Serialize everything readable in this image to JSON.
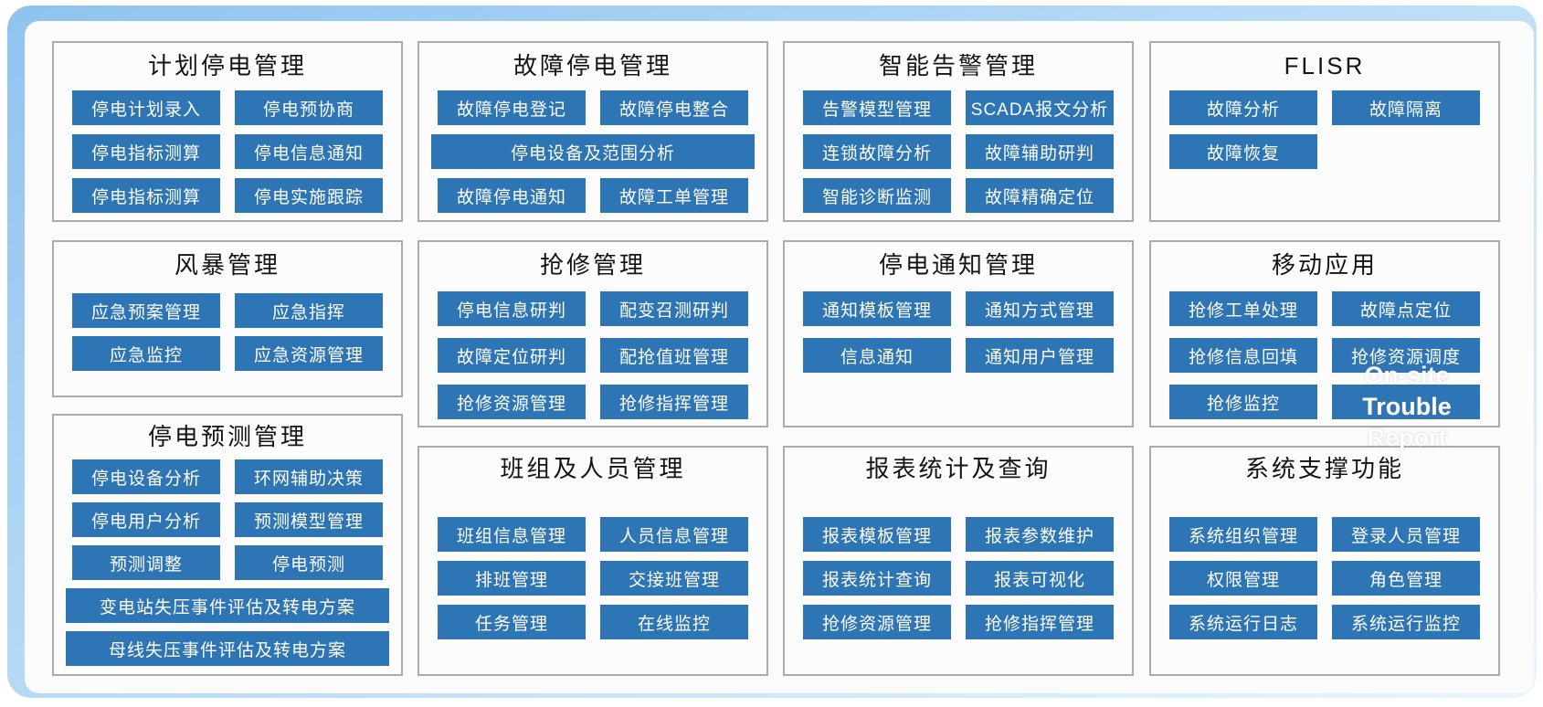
{
  "colors": {
    "button_bg": "#2E75B6",
    "button_text": "#ffffff",
    "panel_border": "#a8abb2",
    "frame_blue": "#8fc3ee",
    "board_bg": "#fbfbfc",
    "title_color": "#141414"
  },
  "overlay": {
    "lines": [
      "On-site",
      "Trouble",
      "Report"
    ]
  },
  "panels": [
    {
      "id": "planned-outage-mgmt",
      "title": "计划停电管理",
      "rows": [
        [
          {
            "label": "停电计划录入"
          },
          {
            "label": "停电预协商"
          }
        ],
        [
          {
            "label": "停电指标测算"
          },
          {
            "label": "停电信息通知"
          }
        ],
        [
          {
            "label": "停电指标测算"
          },
          {
            "label": "停电实施跟踪"
          }
        ]
      ]
    },
    {
      "id": "fault-outage-mgmt",
      "title": "故障停电管理",
      "rows": [
        [
          {
            "label": "故障停电登记"
          },
          {
            "label": "故障停电整合"
          }
        ],
        [
          {
            "label": "停电设备及范围分析",
            "span": 2
          }
        ],
        [
          {
            "label": "故障停电通知"
          },
          {
            "label": "故障工单管理"
          }
        ]
      ]
    },
    {
      "id": "smart-alarm-mgmt",
      "title": "智能告警管理",
      "rows": [
        [
          {
            "label": "告警模型管理"
          },
          {
            "label": "SCADA报文分析"
          }
        ],
        [
          {
            "label": "连锁故障分析"
          },
          {
            "label": "故障辅助研判"
          }
        ],
        [
          {
            "label": "智能诊断监测"
          },
          {
            "label": "故障精确定位"
          }
        ]
      ]
    },
    {
      "id": "flisr",
      "title": "FLISR",
      "rows": [
        [
          {
            "label": "故障分析"
          },
          {
            "label": "故障隔离"
          }
        ],
        [
          {
            "label": "故障恢复"
          },
          {
            "empty": true
          }
        ]
      ]
    },
    {
      "id": "storm-mgmt",
      "title": "风暴管理",
      "rows": [
        [
          {
            "label": "应急预案管理"
          },
          {
            "label": "应急指挥"
          }
        ],
        [
          {
            "label": "应急监控"
          },
          {
            "label": "应急资源管理"
          }
        ]
      ]
    },
    {
      "id": "repair-mgmt",
      "title": "抢修管理",
      "rows": [
        [
          {
            "label": "停电信息研判"
          },
          {
            "label": "配变召测研判"
          }
        ],
        [
          {
            "label": "故障定位研判"
          },
          {
            "label": "配抢值班管理"
          }
        ],
        [
          {
            "label": "抢修资源管理"
          },
          {
            "label": "抢修指挥管理"
          }
        ]
      ]
    },
    {
      "id": "outage-notice-mgmt",
      "title": "停电通知管理",
      "rows": [
        [
          {
            "label": "通知模板管理"
          },
          {
            "label": "通知方式管理"
          }
        ],
        [
          {
            "label": "信息通知"
          },
          {
            "label": "通知用户管理"
          }
        ]
      ]
    },
    {
      "id": "mobile-app",
      "title": "移动应用",
      "rows": [
        [
          {
            "label": "抢修工单处理"
          },
          {
            "label": "故障点定位"
          }
        ],
        [
          {
            "label": "抢修信息回填"
          },
          {
            "label": "抢修资源调度"
          }
        ],
        [
          {
            "label": "抢修监控"
          },
          {
            "label": ""
          }
        ]
      ]
    },
    {
      "id": "outage-forecast-mgmt",
      "title": "停电预测管理",
      "rows": [
        [
          {
            "label": "停电设备分析"
          },
          {
            "label": "环网辅助决策"
          }
        ],
        [
          {
            "label": "停电用户分析"
          },
          {
            "label": "预测模型管理"
          }
        ],
        [
          {
            "label": "预测调整"
          },
          {
            "label": "停电预测"
          }
        ],
        [
          {
            "label": "变电站失压事件评估及转电方案",
            "span": 2
          }
        ],
        [
          {
            "label": "母线失压事件评估及转电方案",
            "span": 2
          }
        ]
      ]
    },
    {
      "id": "team-personnel-mgmt",
      "title": "班组及人员管理",
      "rows": [
        [
          {
            "label": "班组信息管理"
          },
          {
            "label": "人员信息管理"
          }
        ],
        [
          {
            "label": "排班管理"
          },
          {
            "label": "交接班管理"
          }
        ],
        [
          {
            "label": "任务管理"
          },
          {
            "label": "在线监控"
          }
        ]
      ]
    },
    {
      "id": "report-stats-query",
      "title": "报表统计及查询",
      "rows": [
        [
          {
            "label": "报表模板管理"
          },
          {
            "label": "报表参数维护"
          }
        ],
        [
          {
            "label": "报表统计查询"
          },
          {
            "label": "报表可视化"
          }
        ],
        [
          {
            "label": "抢修资源管理"
          },
          {
            "label": "抢修指挥管理"
          }
        ]
      ]
    },
    {
      "id": "system-support",
      "title": "系统支撑功能",
      "rows": [
        [
          {
            "label": "系统组织管理"
          },
          {
            "label": "登录人员管理"
          }
        ],
        [
          {
            "label": "权限管理"
          },
          {
            "label": "角色管理"
          }
        ],
        [
          {
            "label": "系统运行日志"
          },
          {
            "label": "系统运行监控"
          }
        ]
      ]
    }
  ]
}
